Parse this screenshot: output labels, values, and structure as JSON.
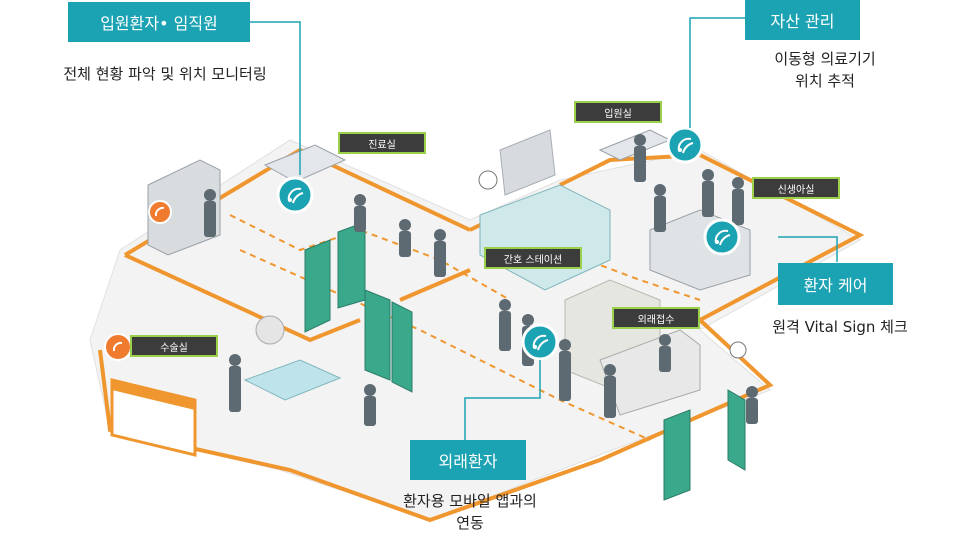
{
  "callouts": {
    "inpatient_staff": {
      "title": "입원환자• 임직원",
      "desc": "전체 현황 파악 및 위치 모니터링"
    },
    "asset": {
      "title": "자산 관리",
      "desc_line1": "이동형 의료기기",
      "desc_line2": "위치 추적"
    },
    "patient_care": {
      "title": "환자 케어",
      "desc": "원격 Vital Sign 체크"
    },
    "outpatient": {
      "title": "외래환자",
      "desc_line1": "환자용 모바일 앱과의",
      "desc_line2": "연동"
    }
  },
  "rooms": {
    "exam": "진료실",
    "ward": "입원실",
    "nursery": "신생아실",
    "nurse_station": "간호 스테이션",
    "reception": "외래접수",
    "surgery": "수술실"
  },
  "colors": {
    "accent": "#1ca3b3",
    "floor_outline": "#f0962e",
    "label_border": "#9bd04a",
    "door": "#3aa88a"
  }
}
